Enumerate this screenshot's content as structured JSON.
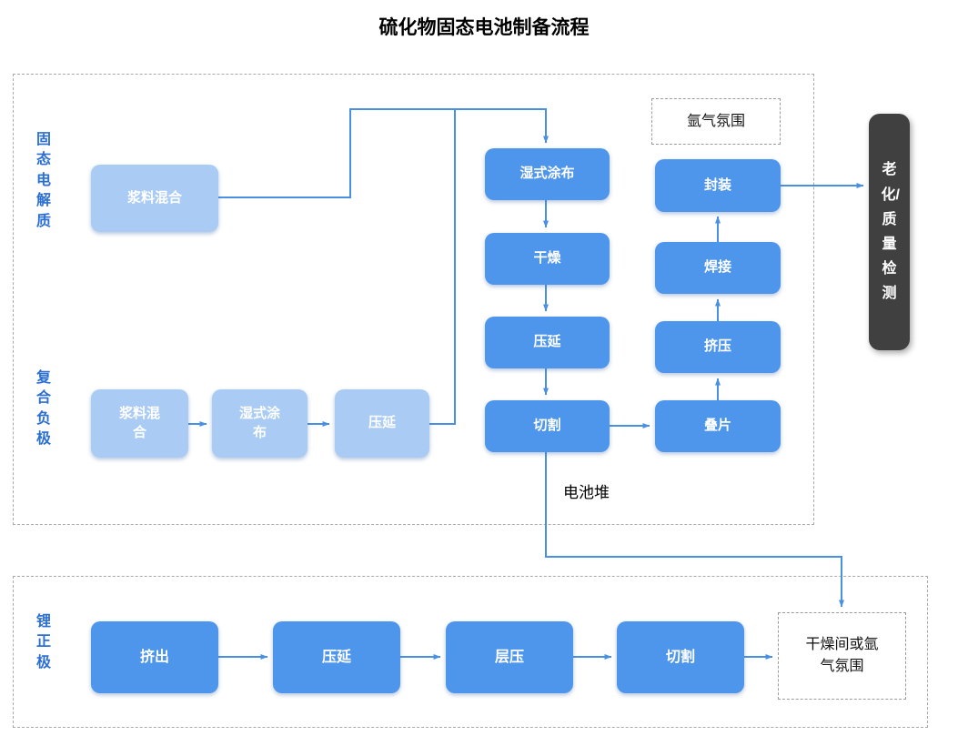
{
  "title": "硫化物固态电池制备流程",
  "lanes": {
    "solid_electrolyte": "固态电解质",
    "composite_anode": "复合负极",
    "lithium_cathode": "锂正极"
  },
  "nodes": {
    "electrolyte_slurry_mixing": "浆料混合",
    "wet_coating": "湿式涂布",
    "drying": "干燥",
    "calendering": "压延",
    "cutting": "切割",
    "stacking": "叠片",
    "pressing": "挤压",
    "welding": "焊接",
    "sealing": "封装",
    "anode_slurry_mixing": "浆料混合",
    "anode_wet_coating": "湿式涂布",
    "anode_calendering": "压延",
    "cathode_extrusion": "挤出",
    "cathode_calendering": "压延",
    "cathode_lamination": "层压",
    "cathode_cutting": "切割"
  },
  "annotations": {
    "argon_atmosphere": "氩气氛围",
    "cell_stack": "电池堆",
    "aging_qc": "老化/质量检测",
    "dry_room": "干燥间或氩气氛围"
  },
  "colors": {
    "process_box": "#4e95ec",
    "light_box": "#a9cbf4",
    "arrow": "#4a90e2",
    "lane_label": "#2b6fd4",
    "aging_box": "#404040",
    "dashed_border": "#9b9b9b"
  },
  "edges": [
    {
      "from": "electrolyte_slurry_mixing",
      "to": "wet_coating"
    },
    {
      "from": "anode_calendering",
      "to": "wet_coating"
    },
    {
      "from": "wet_coating",
      "to": "drying"
    },
    {
      "from": "drying",
      "to": "calendering"
    },
    {
      "from": "calendering",
      "to": "cutting"
    },
    {
      "from": "cutting",
      "to": "stacking"
    },
    {
      "from": "stacking",
      "to": "pressing"
    },
    {
      "from": "pressing",
      "to": "welding"
    },
    {
      "from": "welding",
      "to": "sealing"
    },
    {
      "from": "sealing",
      "to": "aging_qc"
    },
    {
      "from": "cutting",
      "to": "dry_room"
    },
    {
      "from": "anode_slurry_mixing",
      "to": "anode_wet_coating"
    },
    {
      "from": "anode_wet_coating",
      "to": "anode_calendering"
    },
    {
      "from": "cathode_extrusion",
      "to": "cathode_calendering"
    },
    {
      "from": "cathode_calendering",
      "to": "cathode_lamination"
    },
    {
      "from": "cathode_lamination",
      "to": "cathode_cutting"
    },
    {
      "from": "cathode_cutting",
      "to": "dry_room"
    }
  ]
}
